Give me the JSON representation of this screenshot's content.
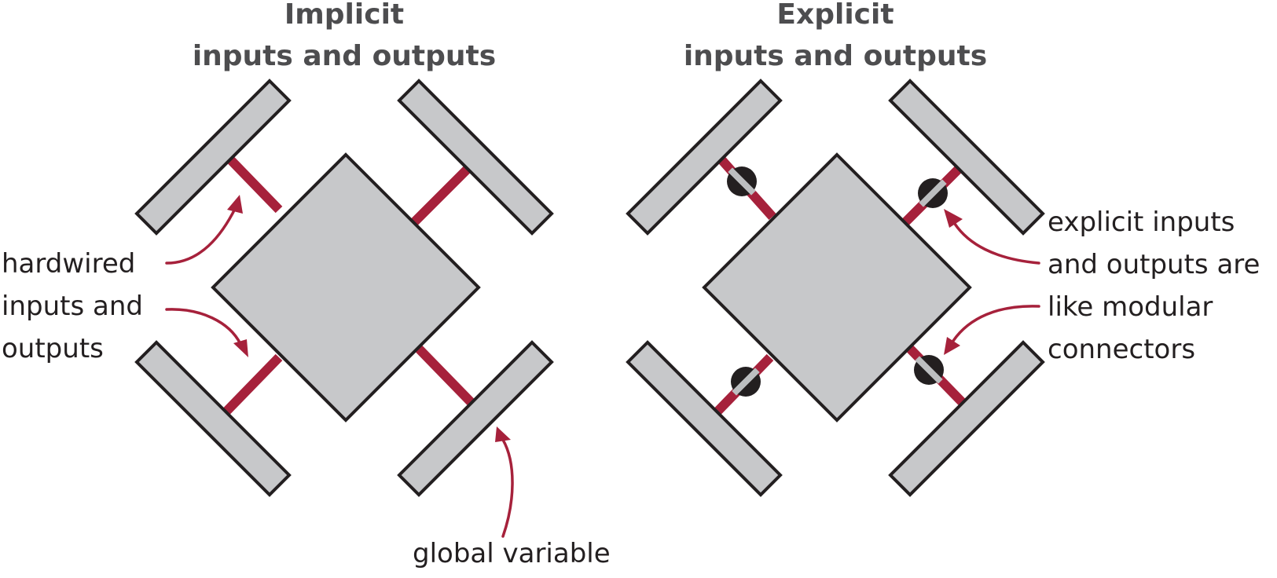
{
  "panels": {
    "implicit": {
      "title_line1": "Implicit",
      "title_line2": "inputs and outputs"
    },
    "explicit": {
      "title_line1": "Explicit",
      "title_line2": "inputs and outputs"
    }
  },
  "annotations": {
    "hardwired": [
      "hardwired",
      "inputs and",
      "outputs"
    ],
    "global_variable": "global variable",
    "modular": [
      "explicit inputs",
      "and outputs are",
      "like modular",
      "connectors"
    ]
  },
  "colors": {
    "wire": "#a6213b",
    "fill": "#c7c8ca",
    "stroke": "#231f20",
    "title": "#4d4d4f"
  }
}
